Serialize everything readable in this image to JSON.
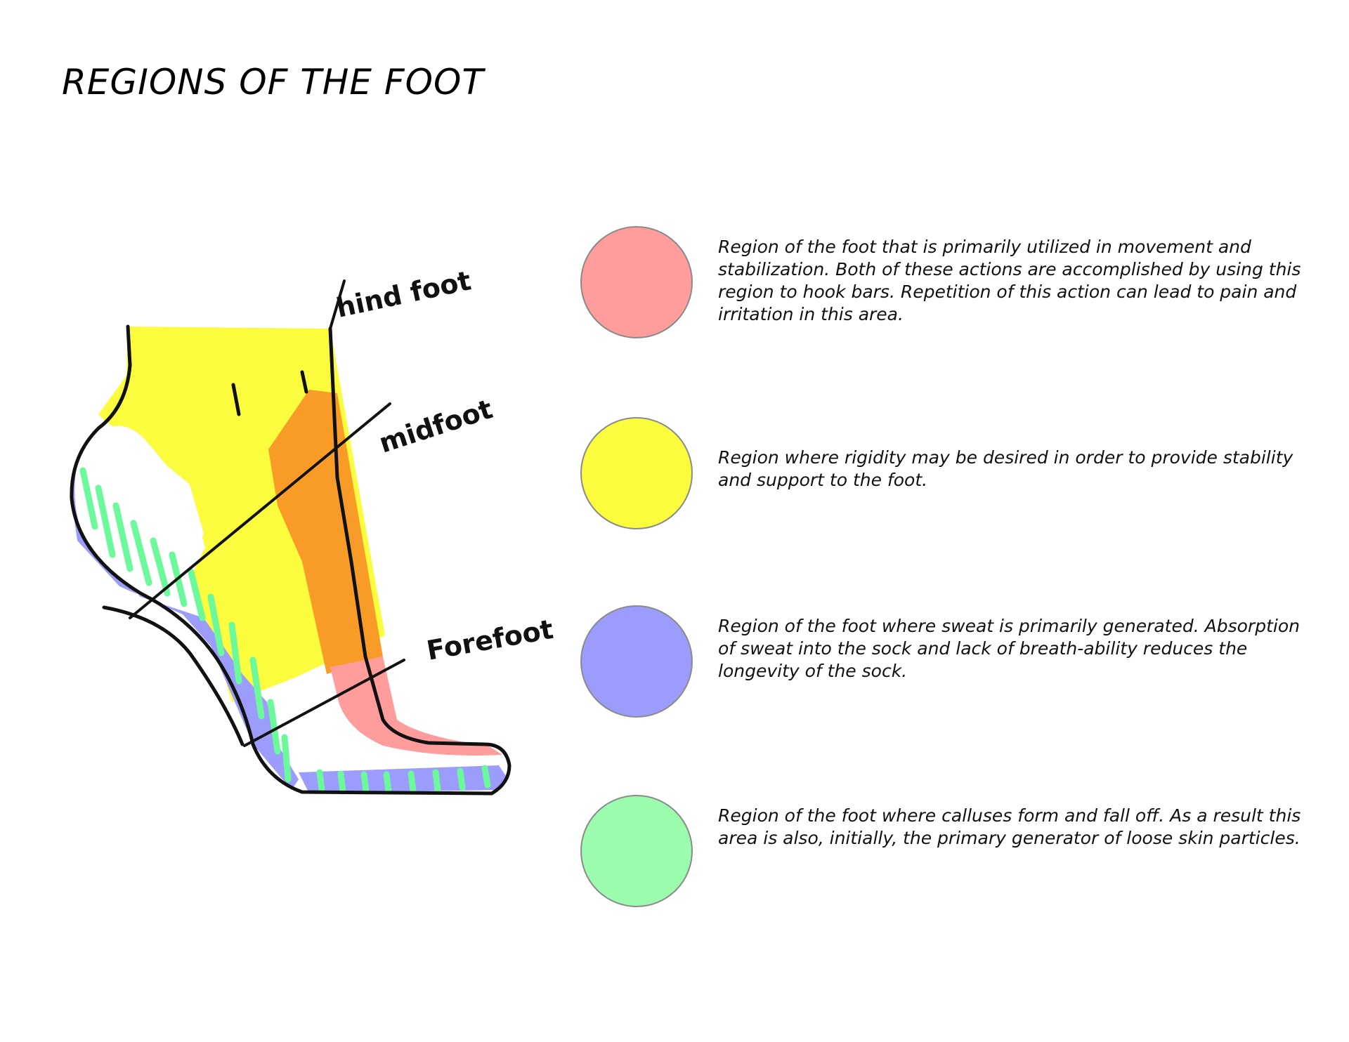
{
  "title": "REGIONS OF THE FOOT",
  "diagram": {
    "labels": {
      "hindfoot": "hind foot",
      "midfoot": "midfoot",
      "forefoot": "Forefoot"
    }
  },
  "legend": [
    {
      "color": "#FF9C9C",
      "text": "Region of the foot that is primarily utilized in movement and stabilization. Both of these actions are accomplished by using this region to hook bars. Repetition of this action can lead to pain and irritation in this area."
    },
    {
      "color": "#FCFC3F",
      "text": "Region where rigidity may be desired in order to provide stability and support to the foot."
    },
    {
      "color": "#9C9CFC",
      "text": "Region of the foot where sweat is primarily generated. Absorption of sweat into the sock and lack of breath-ability reduces the longevity of the sock."
    },
    {
      "color": "#9CFCAE",
      "text": "Region of the foot where calluses form and fall off.  As a result this area is also, initially, the primary generator of loose skin particles."
    }
  ]
}
